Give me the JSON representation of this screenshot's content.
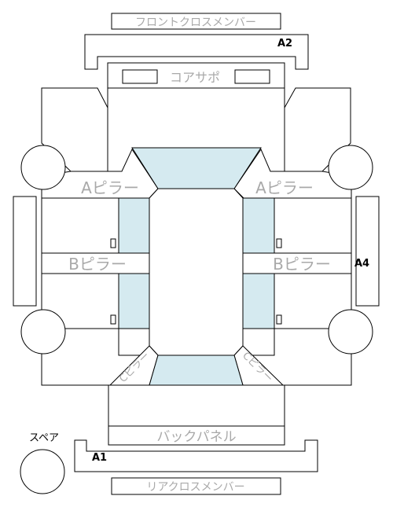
{
  "labels": {
    "front_cross_member": "フロントクロスメンバー",
    "core_support": "コアサポ",
    "a_pillar_left": "Aピラー",
    "a_pillar_right": "Aピラー",
    "b_pillar_left": "Bピラー",
    "b_pillar_right": "Bピラー",
    "c_pillar_left": "Cピラー",
    "c_pillar_right": "Cピラー",
    "back_panel": "バックパネル",
    "rear_cross_member": "リアクロスメンバー",
    "spare": "スペア"
  },
  "markers": {
    "a1": "A1",
    "a2": "A2",
    "a4": "A4"
  },
  "colors": {
    "glass": "#d5eaf0",
    "label_gray": "#a9a9a9",
    "outline": "#000000"
  }
}
